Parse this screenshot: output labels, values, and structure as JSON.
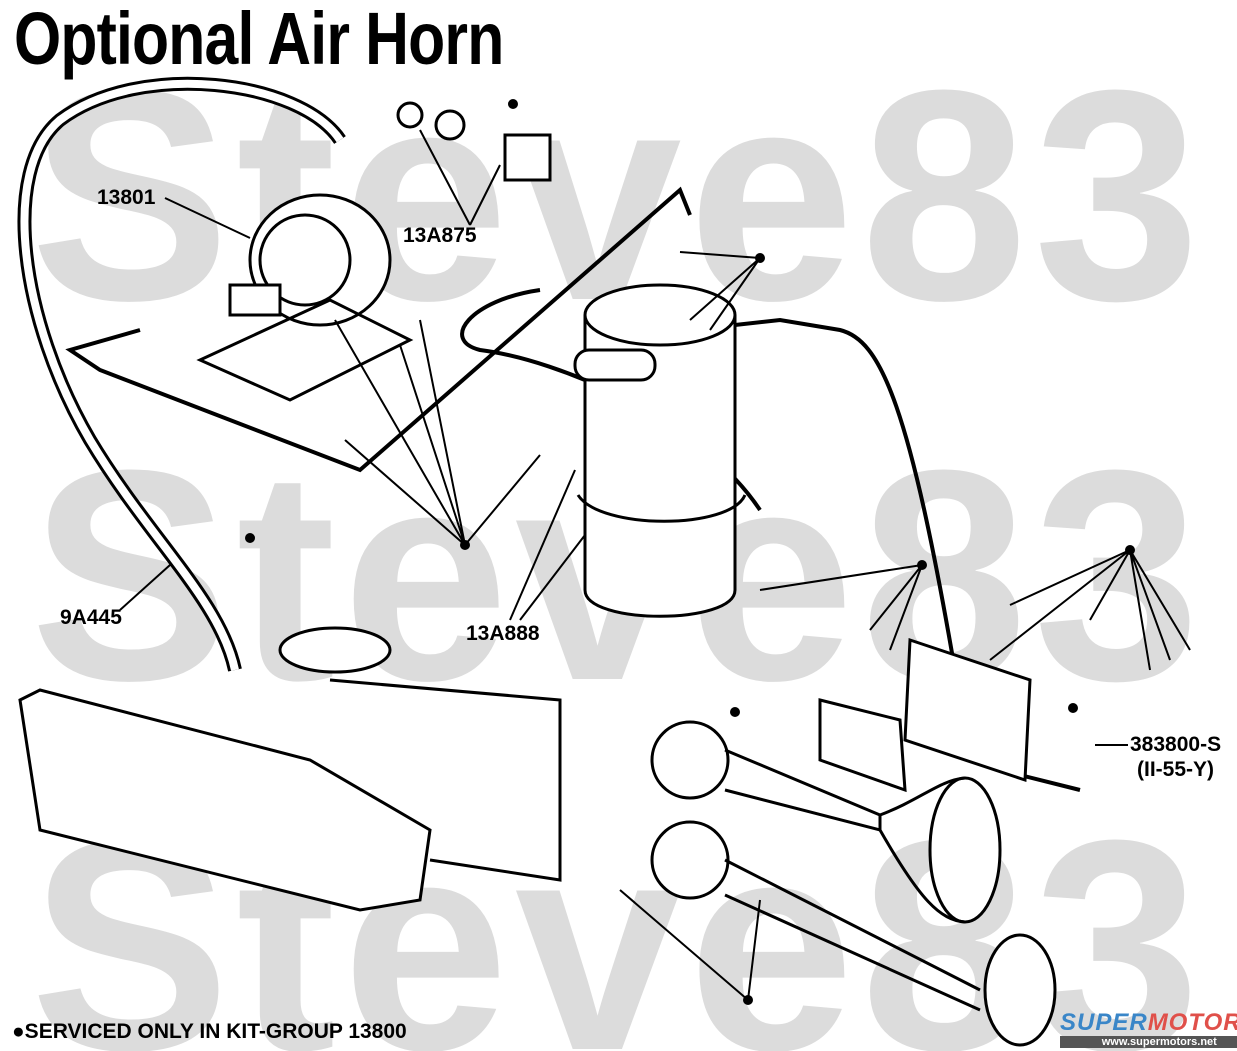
{
  "title": "Optional Air Horn",
  "watermark": "Steve83",
  "part_labels": {
    "pump": "13801",
    "switch": "13A875",
    "hose": "9A445",
    "tank": "13A888",
    "fitting": "383800-S",
    "fitting_spec": "(II-55-Y)"
  },
  "footnote": "●SERVICED ONLY IN KIT-GROUP 13800",
  "logo": {
    "brand_part1": "SUPER",
    "brand_part2": "MOTORS",
    "url": "www.supermotors.net"
  }
}
